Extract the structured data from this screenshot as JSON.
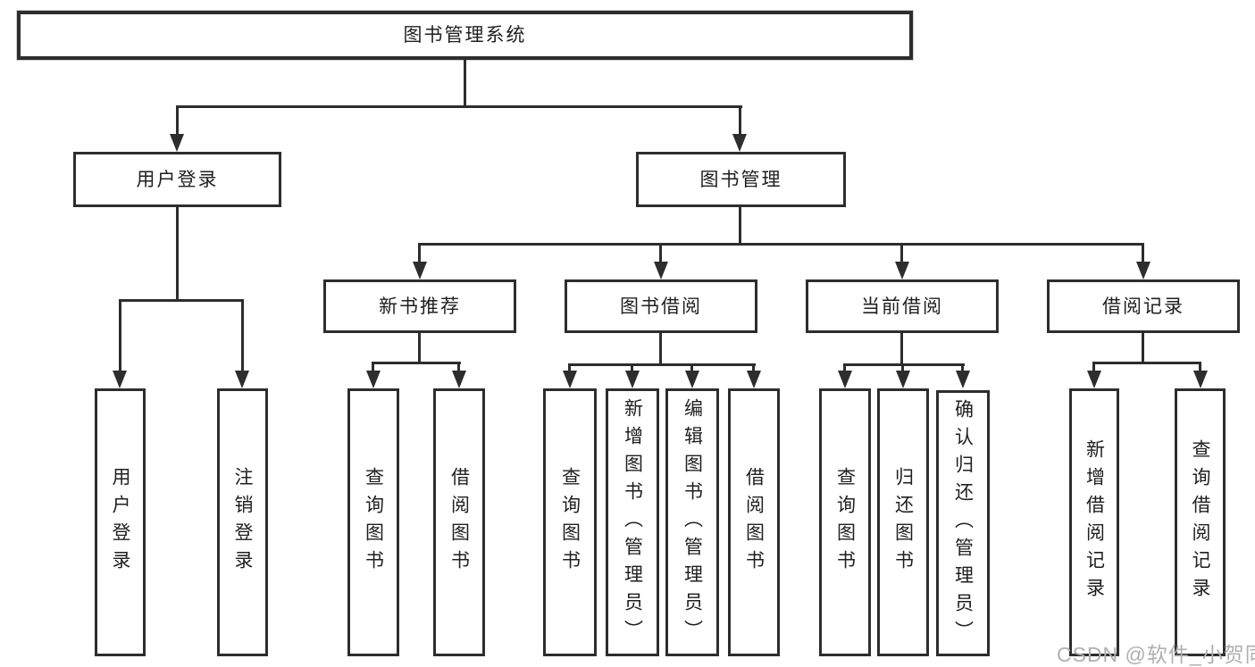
{
  "diagram": {
    "root": {
      "label": "图书管理系统"
    },
    "branches": [
      {
        "label": "用户登录",
        "children": [
          {
            "label": "用户登录"
          },
          {
            "label": "注销登录"
          }
        ]
      },
      {
        "label": "图书管理",
        "children": [
          {
            "label": "新书推荐",
            "children": [
              {
                "label": "查询图书"
              },
              {
                "label": "借阅图书"
              }
            ]
          },
          {
            "label": "图书借阅",
            "children": [
              {
                "label": "查询图书"
              },
              {
                "label": "新增图书（管理员）"
              },
              {
                "label": "编辑图书（管理员）"
              },
              {
                "label": "借阅图书"
              }
            ]
          },
          {
            "label": "当前借阅",
            "children": [
              {
                "label": "查询图书"
              },
              {
                "label": "归还图书"
              },
              {
                "label": "确认归还（管理员）"
              }
            ]
          },
          {
            "label": "借阅记录",
            "children": [
              {
                "label": "新增借阅记录"
              },
              {
                "label": "查询借阅记录"
              }
            ]
          }
        ]
      }
    ]
  },
  "watermark": {
    "text": "CSDN @软件_小贺同学"
  },
  "colors": {
    "line": "#2d2d2d",
    "text": "#1f1f1f",
    "watermark": "#b0b0b0",
    "background": "#ffffff"
  }
}
